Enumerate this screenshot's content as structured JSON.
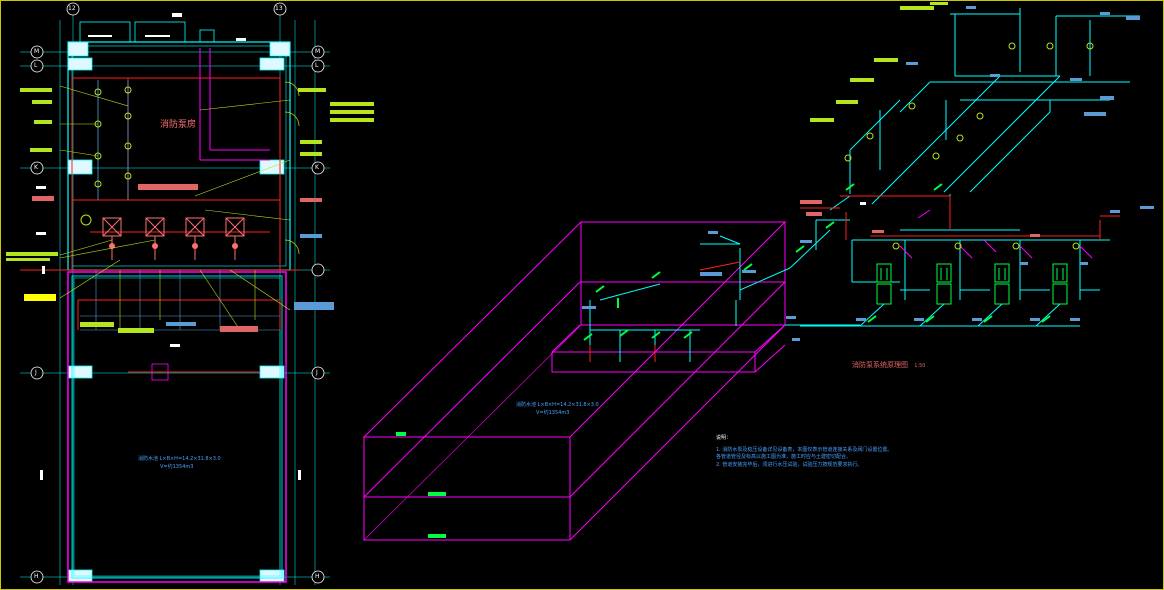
{
  "drawing": {
    "colors": {
      "background": "#000000",
      "frame": "#c8c800",
      "wall": "#00ffff",
      "water_pipe": "#ff2020",
      "tank": "#ff00ff",
      "tag": "#b5e61d",
      "accent_blue": "#4aa0ff",
      "salmon": "#e06666",
      "green": "#00ff40",
      "white": "#ffffff"
    },
    "grid_bubbles": {
      "top": [
        "12",
        "13"
      ],
      "left": [
        "M",
        "L",
        "K",
        "J",
        "H"
      ],
      "right": [
        "M",
        "L",
        "K",
        "J",
        "H"
      ]
    },
    "plan": {
      "room_label": "消防泵房",
      "tank_label_line1": "消防水池 L×B×H=14.2×31.8×3.0",
      "tank_label_line2": "V=约1354m3"
    },
    "isometric_tank": {
      "label_line1": "消防水池 L×B×H=14.2×31.8×3.0",
      "label_line2": "V=约1354m3"
    },
    "system_diagram": {
      "title": "消防泵系统原理图",
      "scale": "1:50"
    },
    "notes": {
      "heading": "说明：",
      "items": [
        "1. 消防水泵及稳压设备详见设备表，本图仅表示管道连接关系及阀门设置位置。",
        "   各管道管径及标高以施工图为准，施工时应与土建密切配合。",
        "2. 管道安装完毕后，须进行水压试验，试验压力按规范要求执行。"
      ]
    }
  }
}
